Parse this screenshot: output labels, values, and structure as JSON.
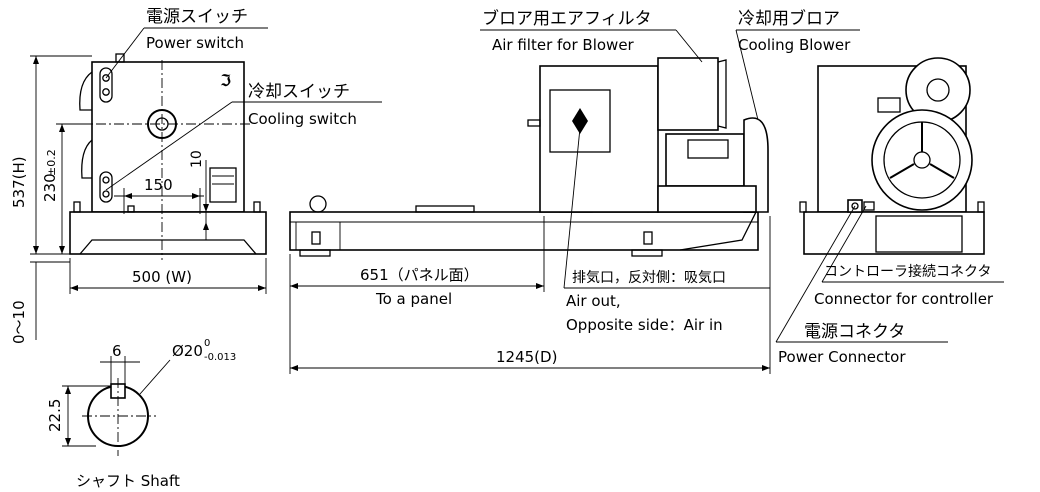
{
  "labels": {
    "power_switch_jp": "電源スイッチ",
    "power_switch_en": "Power switch",
    "cooling_switch_jp": "冷却スイッチ",
    "cooling_switch_en": "Cooling switch",
    "air_filter_jp": "ブロア用エアフィルタ",
    "air_filter_en": "Air filter for Blower",
    "cooling_blower_jp": "冷却用ブロア",
    "cooling_blower_en": "Cooling Blower",
    "exhaust_jp": "排気口，反対側：吸気口",
    "air_out_en": "Air out,",
    "air_in_en": "Opposite side：Air in",
    "connector_ctrl_jp": "コントローラ接続コネクタ",
    "connector_ctrl_en": "Connector for controller",
    "power_connector_jp": "電源コネクタ",
    "power_connector_en": "Power Connector",
    "shaft_label": "シャフト  Shaft"
  },
  "dims": {
    "height": "537(H)",
    "shaft_height": "230",
    "shaft_height_tol": "±0.2",
    "foot_offset": "10",
    "hole_span": "150",
    "width": "500 (W)",
    "clearance": "0～10",
    "to_panel_jp": "651（パネル面）",
    "to_panel_en": "To a panel",
    "depth": "1245(D)",
    "key_width": "6",
    "shaft_dia": "Ø20",
    "shaft_dia_upper": "0",
    "shaft_dia_lower": "-0.013",
    "key_height": "22.5"
  }
}
